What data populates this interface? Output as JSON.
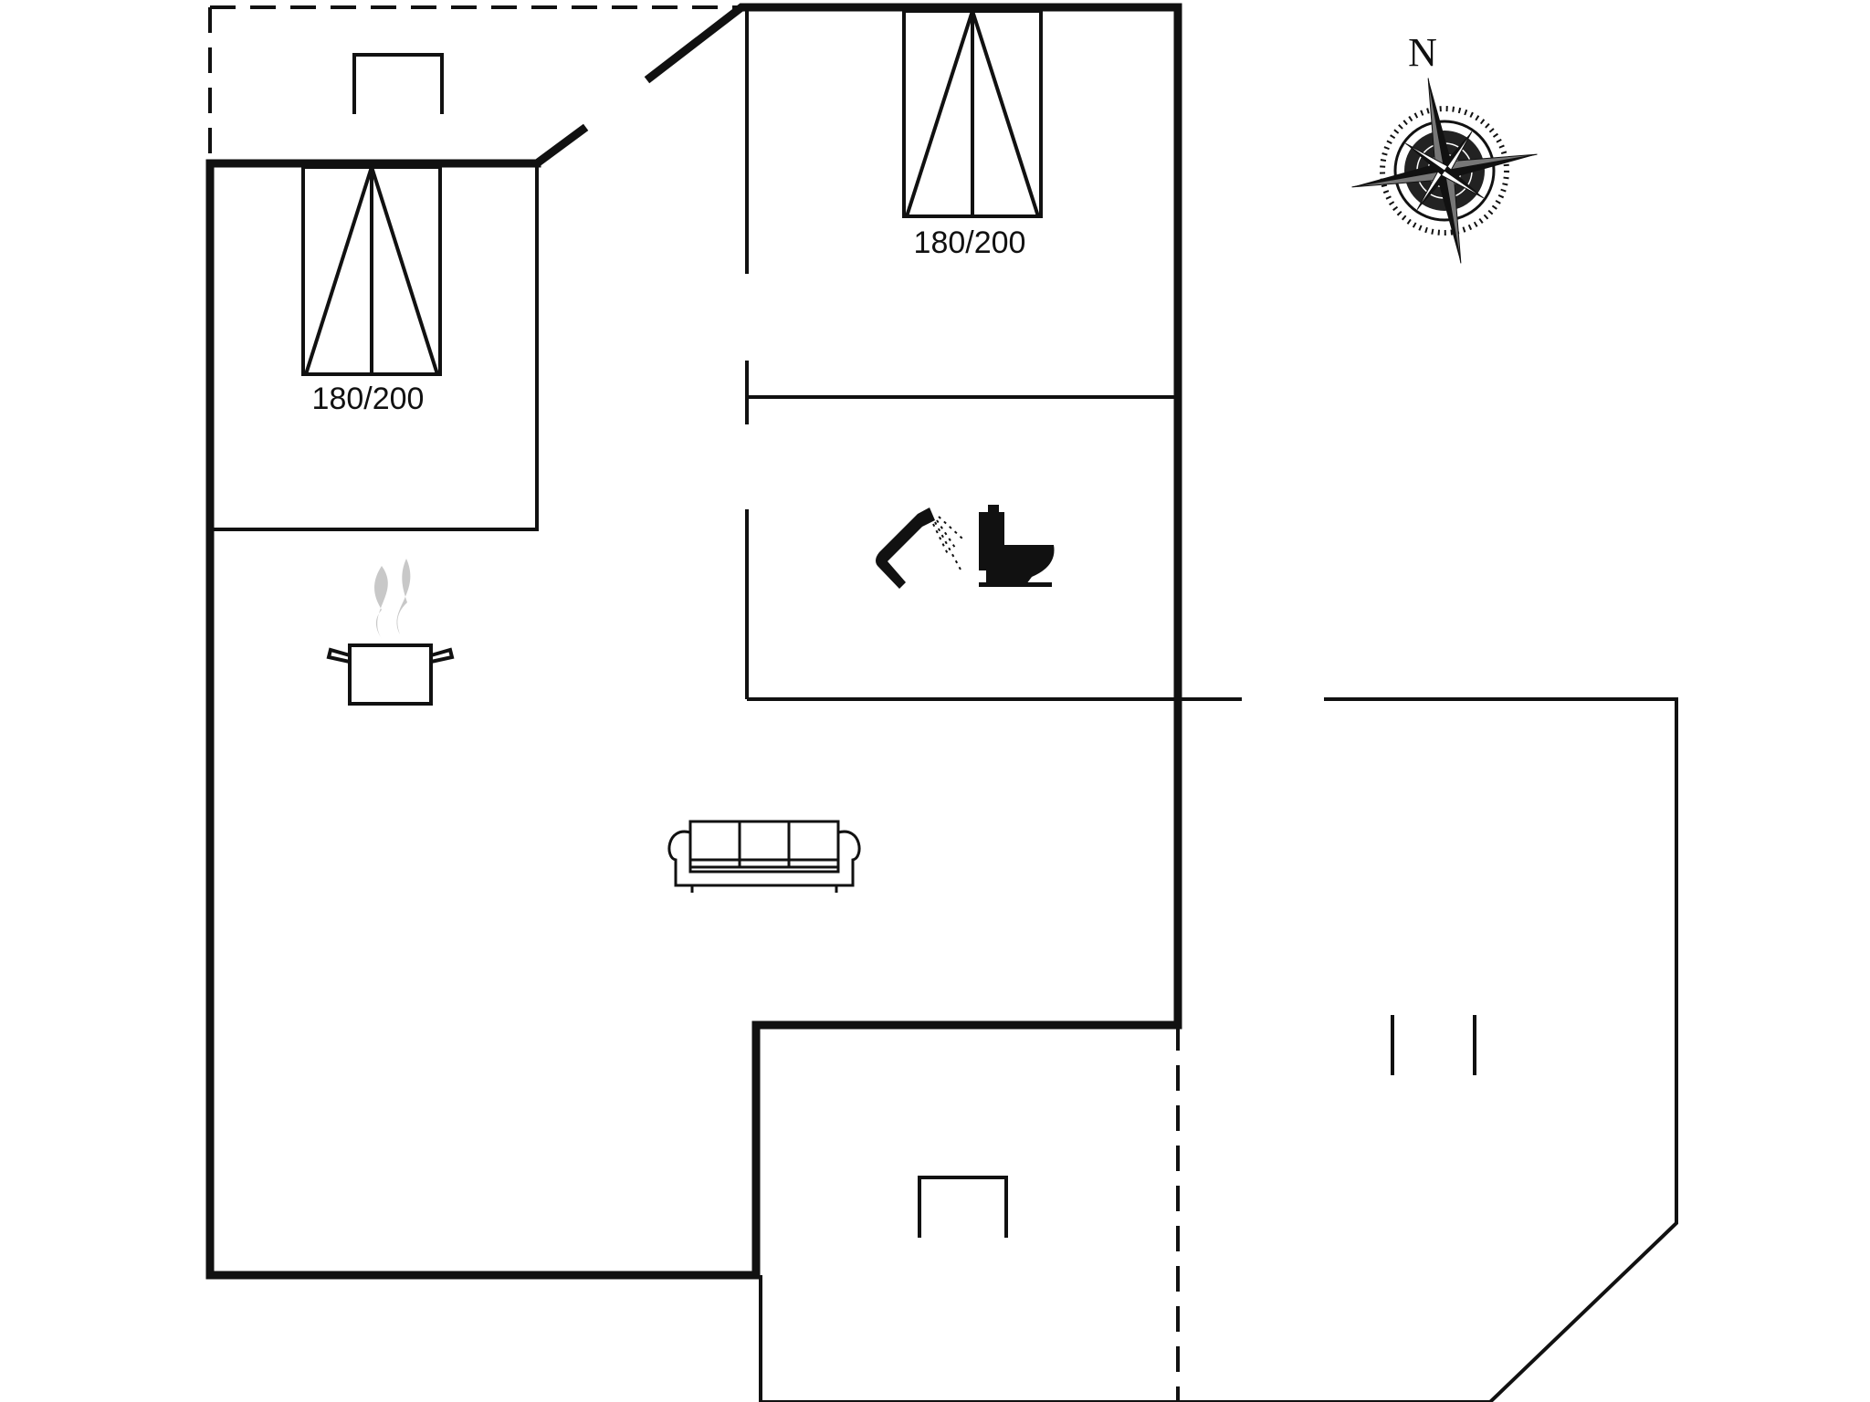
{
  "floorplan": {
    "compass": {
      "north_label": "N"
    },
    "bedroom_1": {
      "bed_size": "180/200"
    },
    "bedroom_2": {
      "bed_size": "180/200"
    },
    "colors": {
      "wall": "#111111",
      "background": "#ffffff",
      "steam": "#c8c8c8"
    },
    "icons": [
      "double-bed-icon",
      "double-bed-icon",
      "kitchen-pot-icon",
      "shower-icon",
      "toilet-icon",
      "sofa-icon",
      "compass-rose-icon"
    ]
  }
}
